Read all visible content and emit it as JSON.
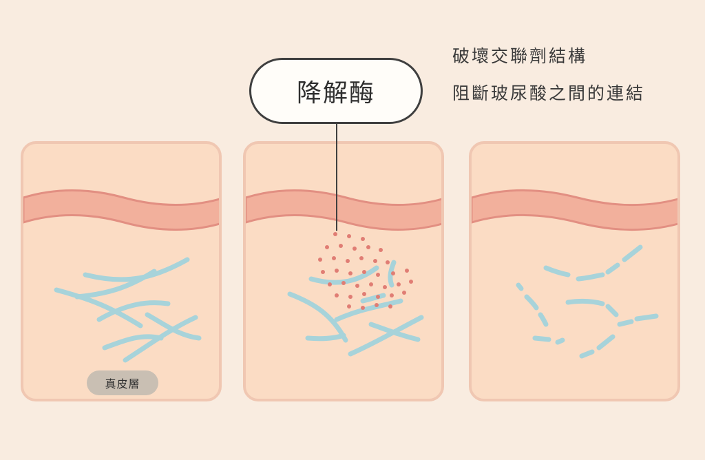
{
  "callout": {
    "label": "降解酶"
  },
  "description": {
    "line1": "破壞交聯劑結構",
    "line2": "阻斷玻尿酸之間的連結"
  },
  "badge": {
    "label": "真皮層"
  },
  "colors": {
    "background": "#f9ece0",
    "panel_fill": "#fbdcc4",
    "panel_border": "#f0c7b2",
    "skin_band": "#f2b09c",
    "skin_band_edge": "#e28f82",
    "fiber": "#a7d3da",
    "enzyme_dot": "#e07d74"
  }
}
